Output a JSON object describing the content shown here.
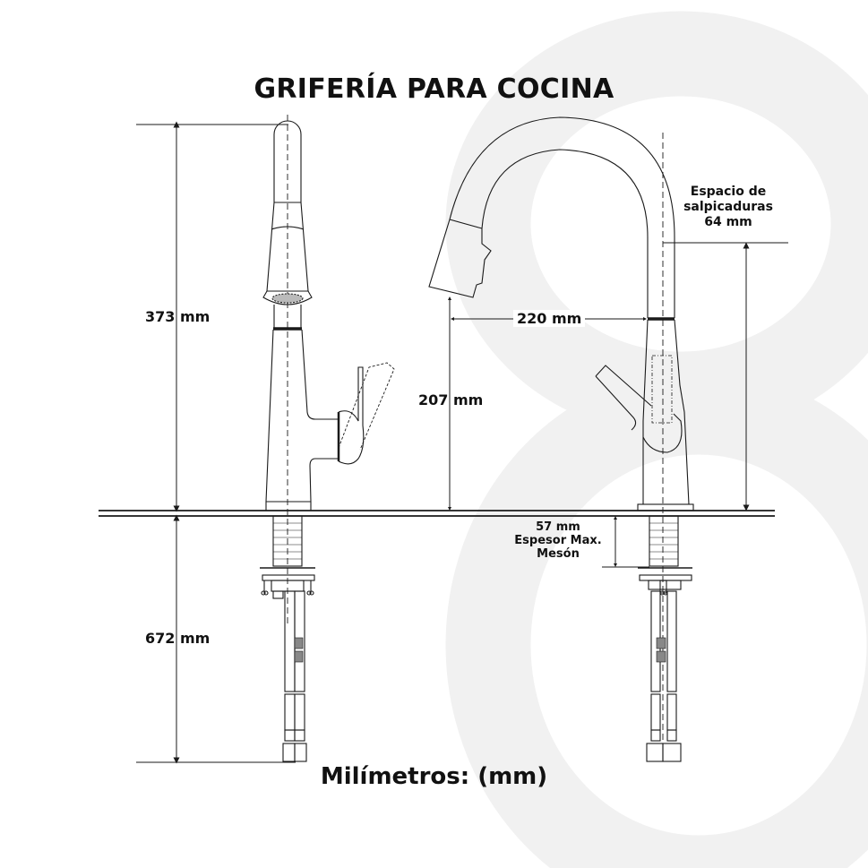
{
  "title": "GRIFERÍA PARA COCINA",
  "units_label": "Milímetros: (mm)",
  "colors": {
    "background": "#ffffff",
    "line": "#1a1a1a",
    "watermark": "#f1f1f1"
  },
  "watermark": {
    "glyph": "8"
  },
  "left_view": {
    "name": "side-view",
    "dimensions": {
      "height_above_counter": "373 mm",
      "height_below_counter": "672 mm"
    }
  },
  "right_view": {
    "name": "front-view",
    "dimensions": {
      "spout_reach": "220 mm",
      "spout_clearance": "207 mm",
      "backsplash_note": {
        "line1": "Espacio de",
        "line2": "salpicaduras",
        "line3": "64 mm"
      },
      "countertop_note": {
        "line1": "57 mm",
        "line2": "Espesor Max.",
        "line3": "Mesón"
      }
    }
  }
}
